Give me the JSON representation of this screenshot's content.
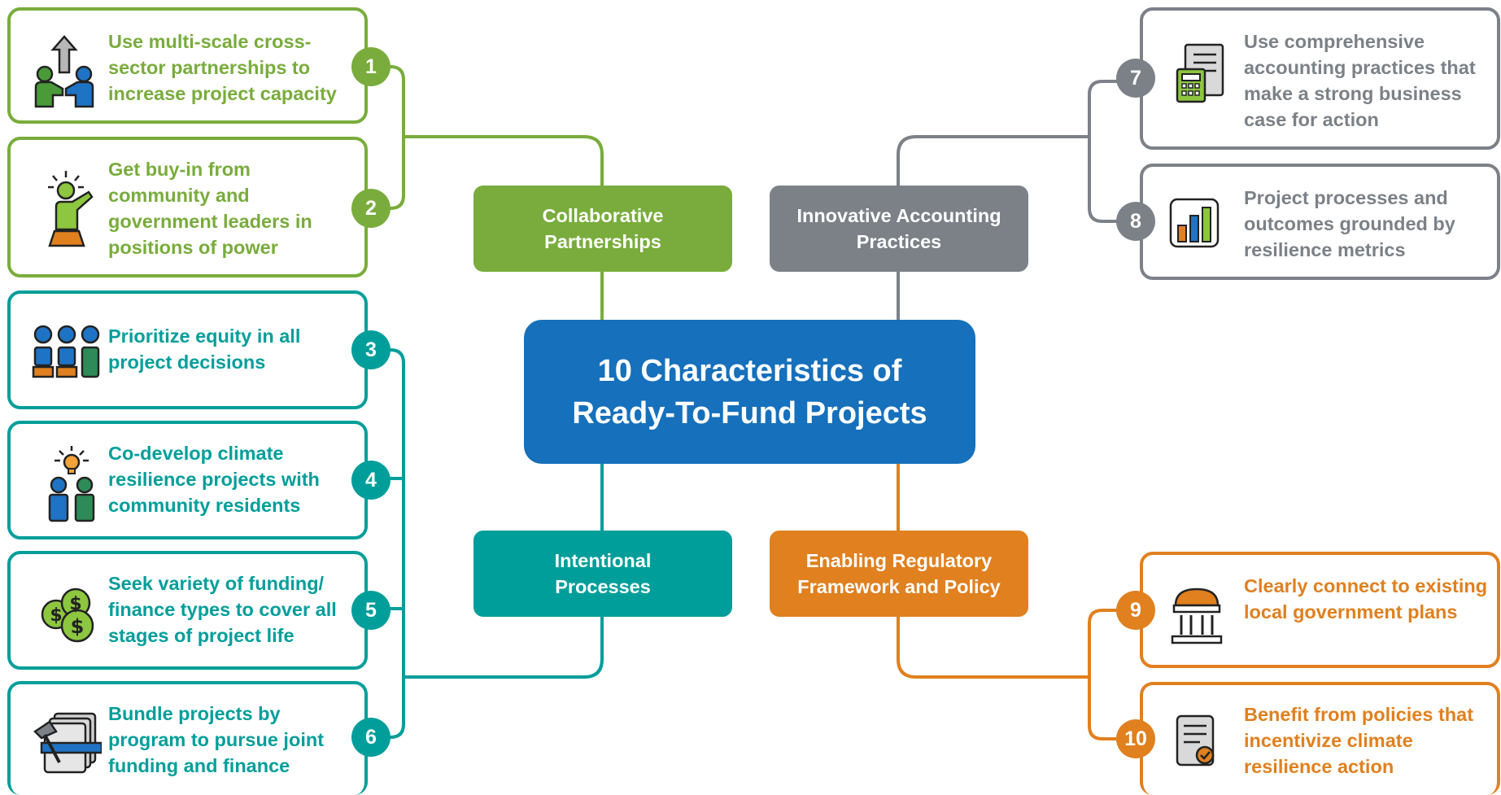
{
  "title": "10 Characteristics of Ready-To-Fund Projects",
  "colors": {
    "green": "#79ac3c",
    "teal": "#009e9a",
    "gray": "#7b8187",
    "orange": "#e0801f",
    "blue": "#1670bb"
  },
  "categories": [
    {
      "label": "Collaborative Partnerships",
      "color": "green"
    },
    {
      "label": "Innovative Accounting Practices",
      "color": "gray"
    },
    {
      "label": "Intentional Processes",
      "color": "teal"
    },
    {
      "label": "Enabling Regulatory Framework and Policy",
      "color": "orange"
    }
  ],
  "items": [
    {
      "number": "1",
      "text": "Use multi-scale cross-sector partnerships to increase project capacity",
      "icon": "partnership-arrow-icon",
      "category": "Collaborative Partnerships"
    },
    {
      "number": "2",
      "text": "Get buy-in from community and government leaders in positions of power",
      "icon": "leader-podium-icon",
      "category": "Collaborative Partnerships"
    },
    {
      "number": "3",
      "text": "Prioritize equity in all project decisions",
      "icon": "people-group-icon",
      "category": "Intentional Processes"
    },
    {
      "number": "4",
      "text": "Co-develop climate resilience projects with community residents",
      "icon": "idea-people-icon",
      "category": "Intentional Processes"
    },
    {
      "number": "5",
      "text": "Seek variety of funding/ finance types to cover all stages of project life",
      "icon": "money-coins-icon",
      "category": "Intentional Processes"
    },
    {
      "number": "6",
      "text": "Bundle projects by program to pursue joint funding and finance",
      "icon": "document-bundle-icon",
      "category": "Intentional Processes"
    },
    {
      "number": "7",
      "text": "Use comprehensive accounting practices that make a strong business case for action",
      "icon": "calculator-document-icon",
      "category": "Innovative Accounting Practices"
    },
    {
      "number": "8",
      "text": "Project processes and outcomes grounded by resilience metrics",
      "icon": "bar-chart-icon",
      "category": "Innovative Accounting Practices"
    },
    {
      "number": "9",
      "text": "Clearly connect to existing local government plans",
      "icon": "government-building-icon",
      "category": "Enabling Regulatory Framework and Policy"
    },
    {
      "number": "10",
      "text": "Benefit from policies that incentivize climate resilience action",
      "icon": "policy-document-check-icon",
      "category": "Enabling Regulatory Framework and Policy"
    }
  ]
}
